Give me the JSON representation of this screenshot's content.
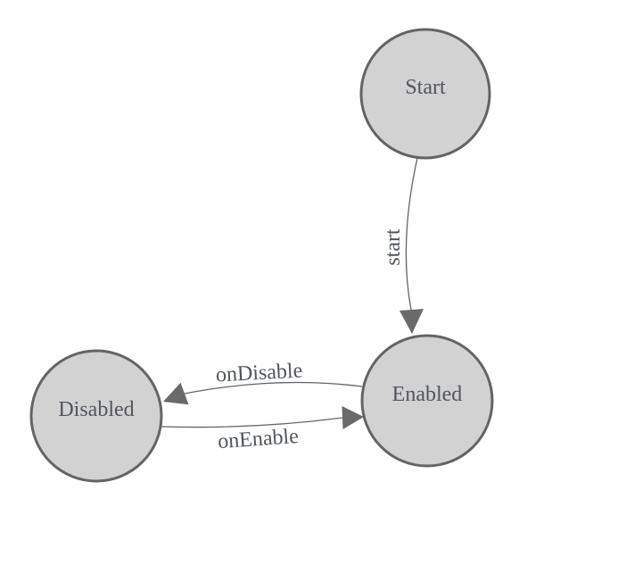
{
  "diagram": {
    "type": "state-machine",
    "background_color": "#ffffff",
    "colors": {
      "node_fill": "#d2d2d2",
      "node_stroke": "#646464",
      "edge_stroke": "#646464",
      "arrow_fill": "#6a6a6a",
      "text_color": "#51555b"
    },
    "nodes": [
      {
        "id": "start",
        "label": "Start"
      },
      {
        "id": "enabled",
        "label": "Enabled"
      },
      {
        "id": "disabled",
        "label": "Disabled"
      }
    ],
    "edges": [
      {
        "from": "Start",
        "to": "Enabled",
        "label": "start"
      },
      {
        "from": "Enabled",
        "to": "Disabled",
        "label": "onDisable"
      },
      {
        "from": "Disabled",
        "to": "Enabled",
        "label": "onEnable"
      }
    ]
  }
}
